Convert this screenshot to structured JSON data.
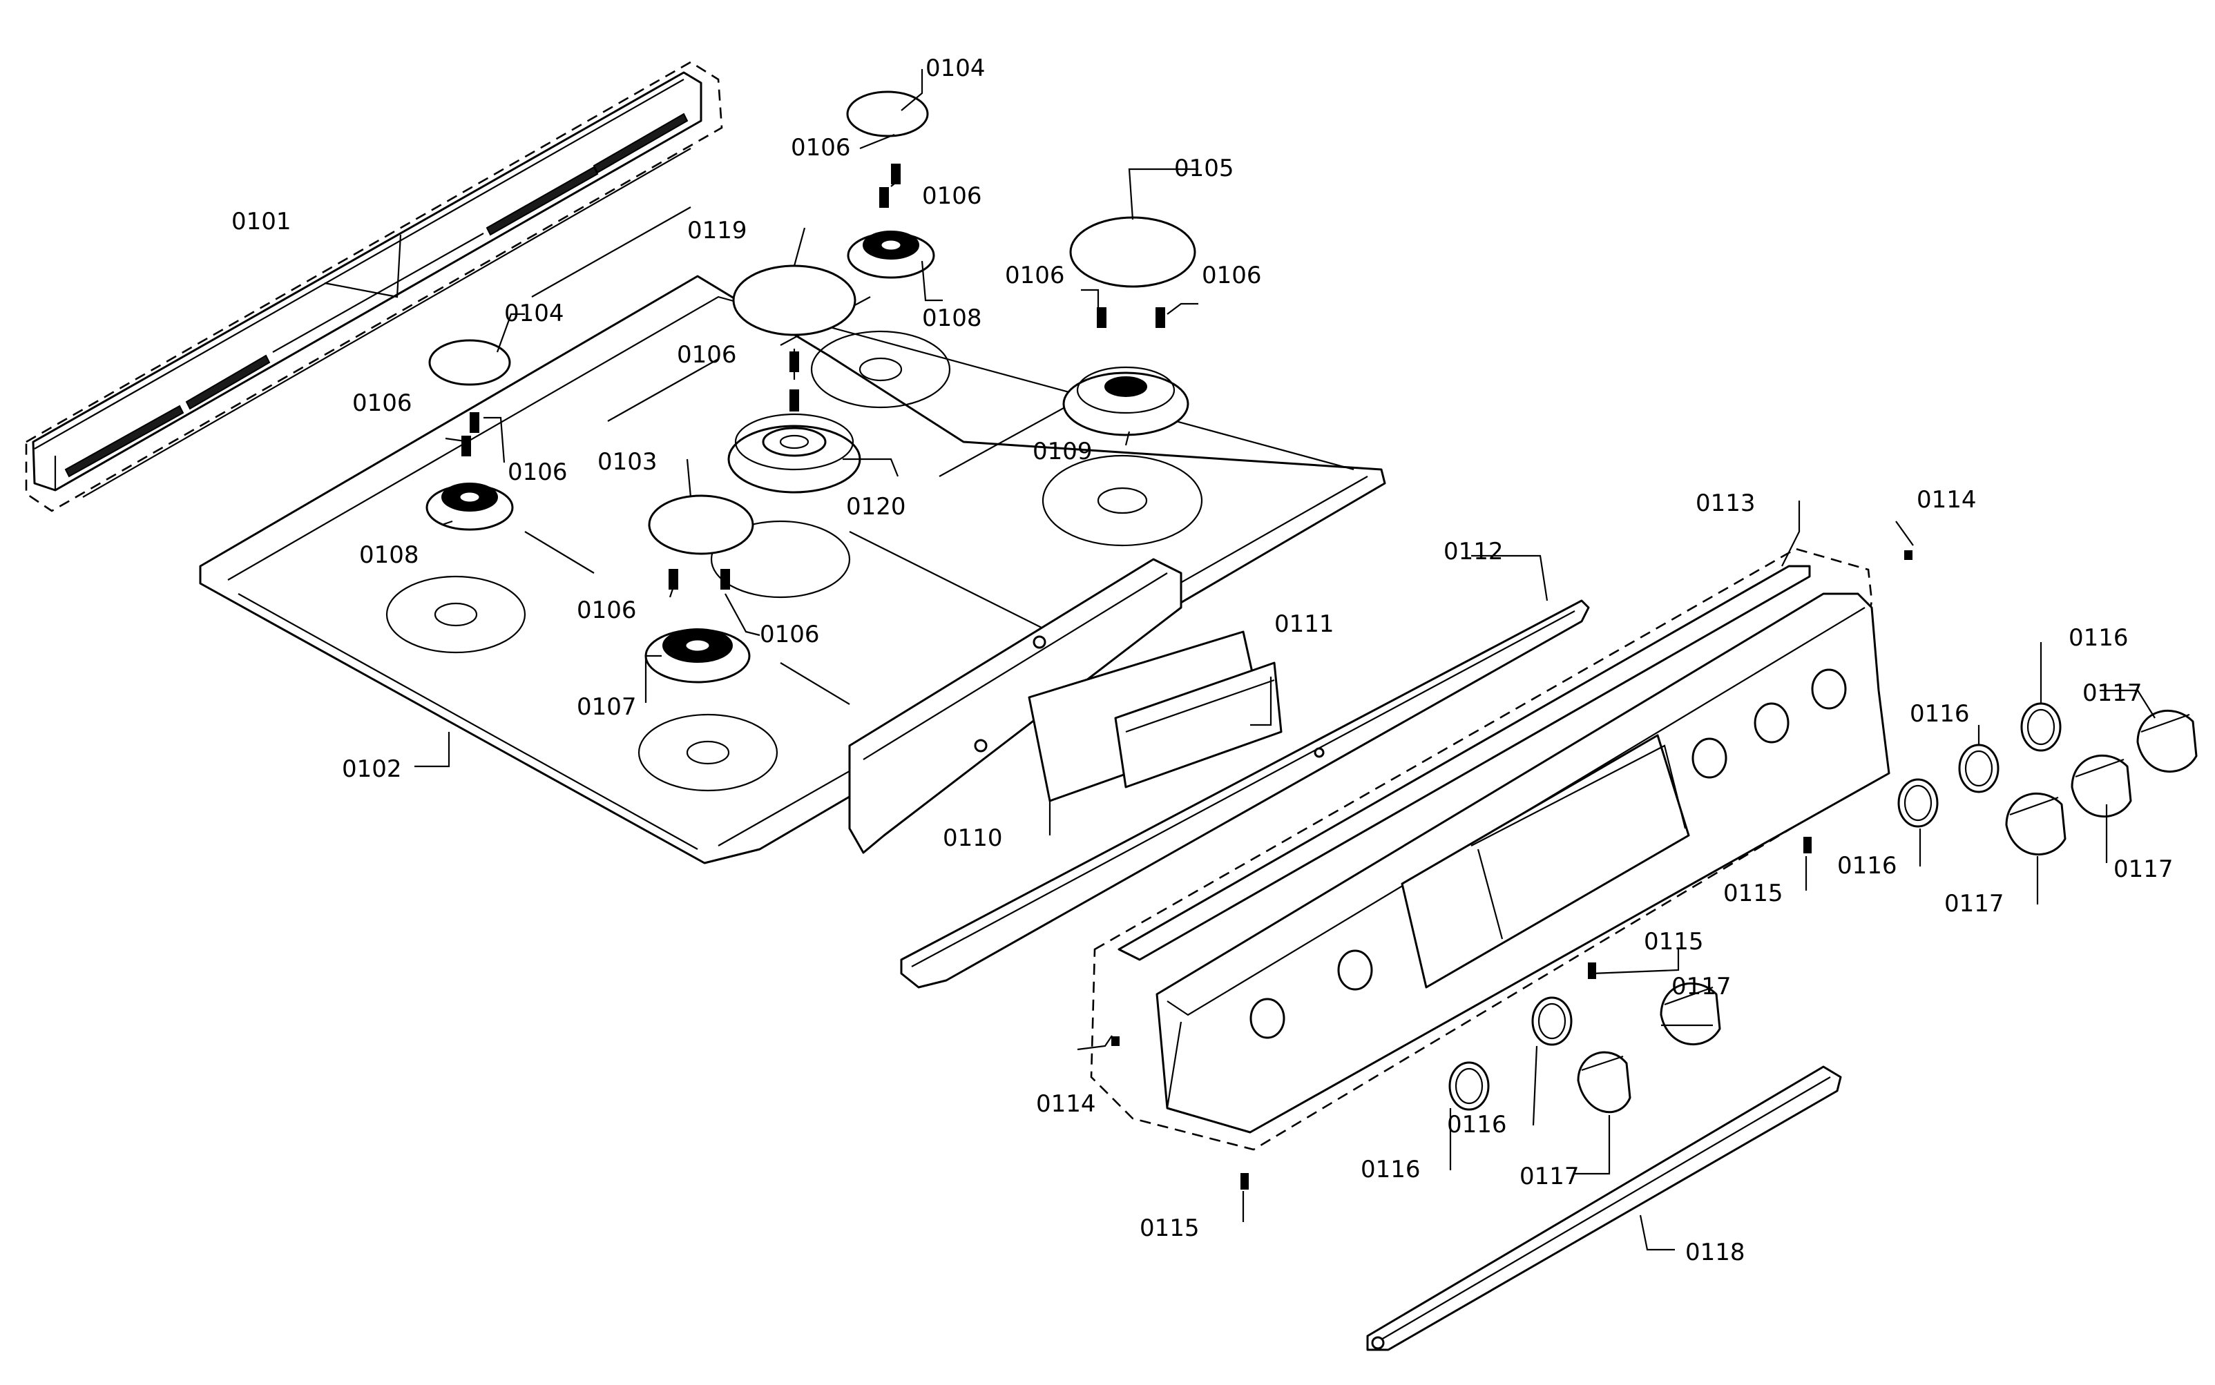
{
  "labels": {
    "p0101": "0101",
    "p0102": "0102",
    "p0103": "0103",
    "p0104_top": "0104",
    "p0104_left": "0104",
    "p0105": "0105",
    "p0106_a": "0106",
    "p0106_b": "0106",
    "p0106_c": "0106",
    "p0106_d": "0106",
    "p0106_e": "0106",
    "p0106_f": "0106",
    "p0106_g": "0106",
    "p0106_h": "0106",
    "p0106_i": "0106",
    "p0107": "0107",
    "p0108_top": "0108",
    "p0108_left": "0108",
    "p0109": "0109",
    "p0110": "0110",
    "p0111": "0111",
    "p0112": "0112",
    "p0113": "0113",
    "p0114_top": "0114",
    "p0114_bottom": "0114",
    "p0115_a": "0115",
    "p0115_b": "0115",
    "p0115_c": "0115",
    "p0116_a": "0116",
    "p0116_b": "0116",
    "p0116_c": "0116",
    "p0116_d": "0116",
    "p0116_e": "0116",
    "p0117_a": "0117",
    "p0117_b": "0117",
    "p0117_c": "0117",
    "p0117_d": "0117",
    "p0117_e": "0117",
    "p0118": "0118",
    "p0119": "0119",
    "p0120": "0120"
  }
}
